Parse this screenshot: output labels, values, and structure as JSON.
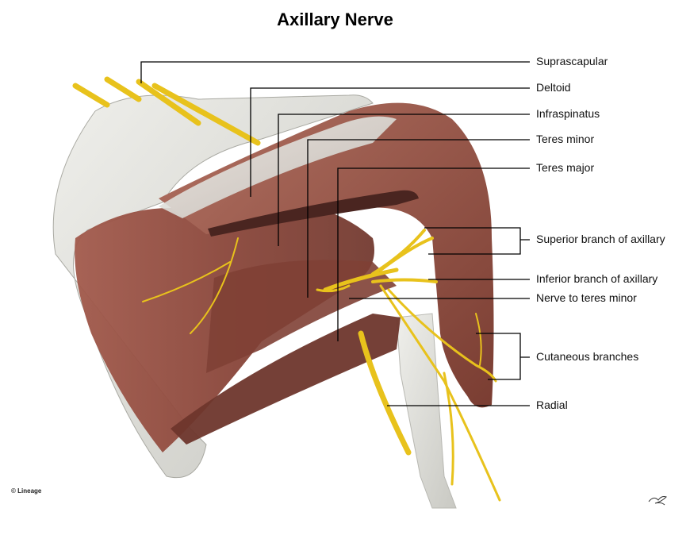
{
  "title": "Axillary Nerve",
  "labels": {
    "suprascapular": "Suprascapular",
    "deltoid": "Deltoid",
    "infraspinatus": "Infraspinatus",
    "teres_minor": "Teres minor",
    "teres_major": "Teres major",
    "superior_branch": "Superior branch of axillary",
    "inferior_branch": "Inferior branch of axillary",
    "nerve_to_teres_minor": "Nerve to teres minor",
    "cutaneous_branches": "Cutaneous branches",
    "radial": "Radial"
  },
  "credit": "© Lineage",
  "colors": {
    "background": "#ffffff",
    "bone": "#d9d9d4",
    "muscle": "#8e4a3e",
    "muscle_dark": "#6b3329",
    "nerve": "#e8c21c",
    "leader_line": "#000000"
  }
}
